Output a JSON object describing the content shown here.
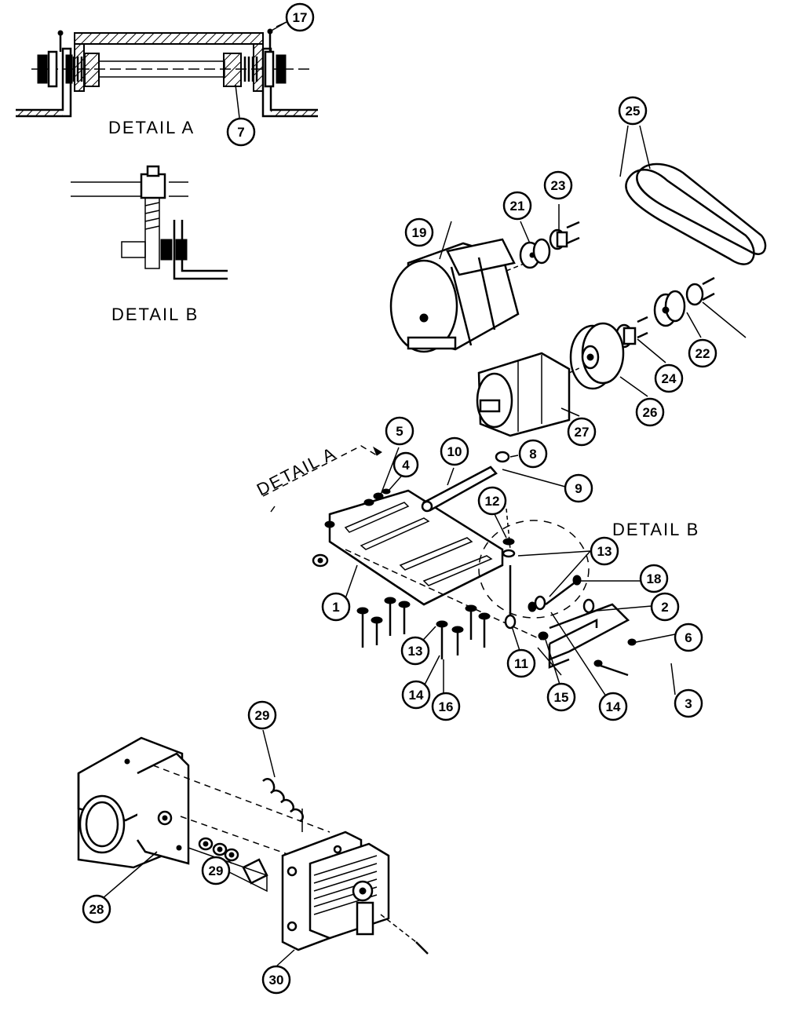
{
  "detail_labels": {
    "detail_a_top": "DETAIL A",
    "detail_b_top": "DETAIL B",
    "detail_a_arrow": "DETAIL A",
    "detail_b_right": "DETAIL B"
  },
  "callouts": {
    "c1": "1",
    "c2": "2",
    "c3": "3",
    "c4": "4",
    "c5": "5",
    "c6": "6",
    "c7": "7",
    "c8": "8",
    "c9": "9",
    "c10": "10",
    "c11": "11",
    "c12": "12",
    "c13a": "13",
    "c13b": "13",
    "c14a": "14",
    "c14b": "14",
    "c15": "15",
    "c16": "16",
    "c17": "17",
    "c18": "18",
    "c19": "19",
    "c21": "21",
    "c22": "22",
    "c23": "23",
    "c24": "24",
    "c25": "25",
    "c26": "26",
    "c27": "27",
    "c28": "28",
    "c29a": "29",
    "c29b": "29",
    "c30": "30"
  }
}
